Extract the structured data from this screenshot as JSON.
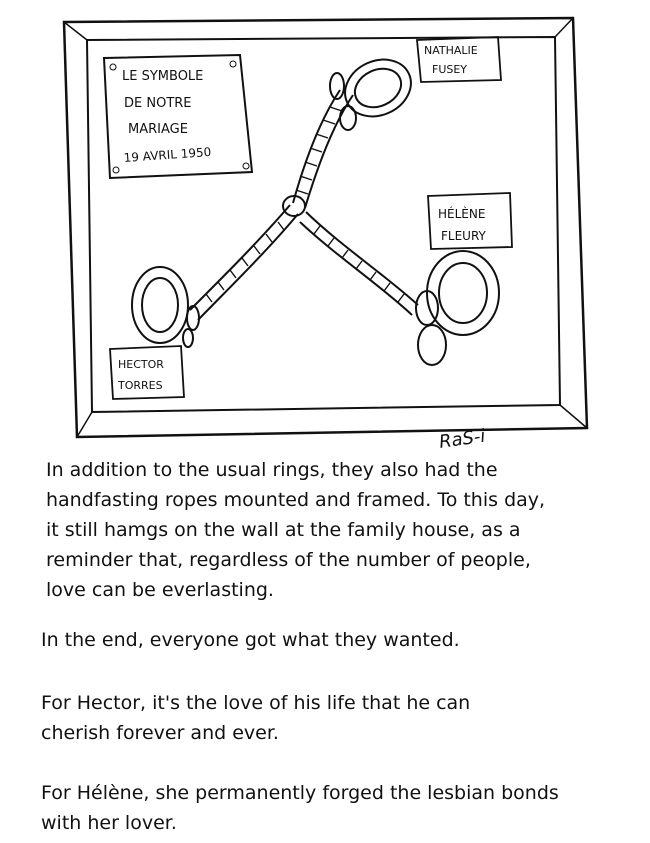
{
  "frame_text": {
    "plaque": [
      "LE SYMBOLE",
      "DE NOTRE",
      "MARIAGE",
      "19 AVRIL 1950"
    ],
    "label_top_right": [
      "NATHALIE",
      "FUSEY"
    ],
    "label_right": [
      "HÉLÈNE",
      "FLEURY"
    ],
    "label_left": [
      "HECTOR",
      "TORRES"
    ]
  },
  "signature": "RaS-i",
  "paragraphs": [
    "In addition to the usual rings, they also had the\nhandfasting ropes mounted and framed.  To this day,\nit still hamgs on the wall at the family house, as a\nreminder that, regardless of the number of people,\nlove can be everlasting.",
    "In the end, everyone got what they wanted.",
    "For Hector, it's the love of his life that he can\ncherish forever and ever.",
    "For Hélène, she permanently forged the lesbian bonds\nwith her lover."
  ]
}
